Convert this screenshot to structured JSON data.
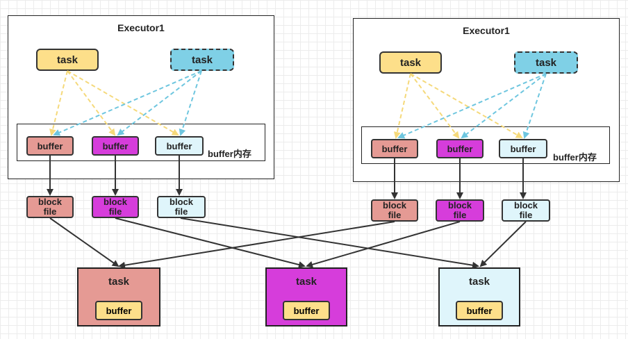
{
  "labels": {
    "executor_left": "Executor1",
    "executor_right": "Executor1",
    "task": "task",
    "buffer": "buffer",
    "buffer_memory": "buffer内存",
    "block": "block",
    "file": "file"
  },
  "colors": {
    "task_yellow": "#fddf8a",
    "task_blue": "#7fd0e6",
    "red": "#e59a94",
    "magenta": "#d63ddb",
    "light_blue": "#dff5fb",
    "dash_yellow": "#f5d97a",
    "dash_blue": "#6ec6df",
    "arrow": "#333333"
  }
}
